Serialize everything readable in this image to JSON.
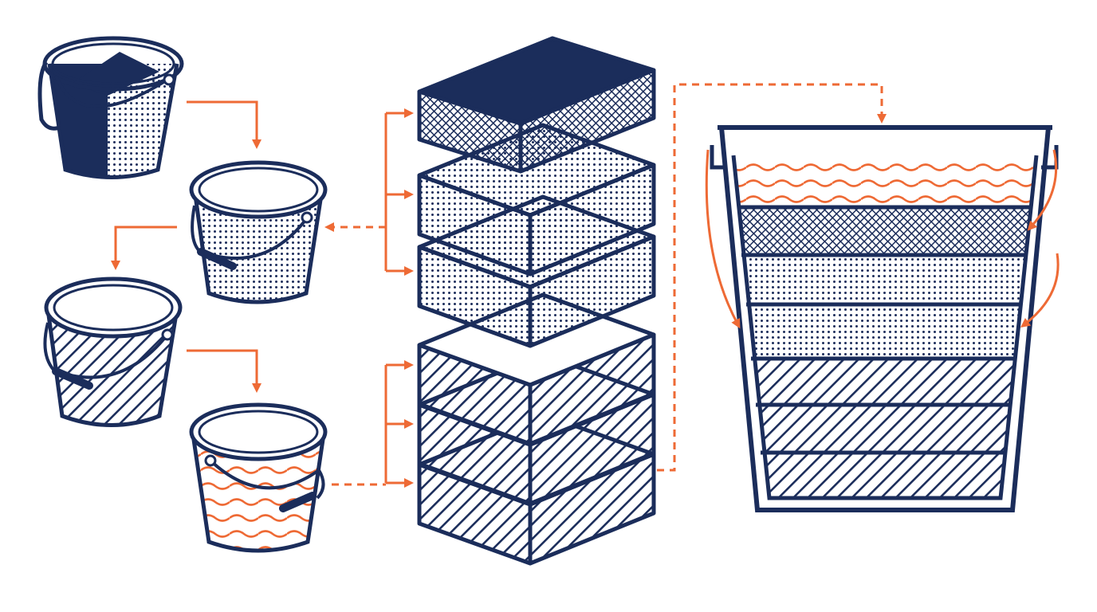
{
  "colors": {
    "navy": "#1b2d5b",
    "orange": "#ee6a35",
    "background": "#ffffff"
  },
  "icons": [
    "bucket-dark-fill-icon",
    "bucket-dotted-fill-icon",
    "bucket-hatched-fill-icon",
    "bucket-water-wave-icon",
    "layer-stack-icon",
    "large-layered-bucket-icon"
  ],
  "stack_layers": [
    {
      "pattern": "solid-top-crosshatch-sides"
    },
    {
      "pattern": "dots"
    },
    {
      "pattern": "dots"
    },
    {
      "pattern": "diagonal-hatch"
    },
    {
      "pattern": "diagonal-hatch"
    },
    {
      "pattern": "diagonal-hatch"
    }
  ],
  "large_bucket_bands": [
    {
      "pattern": "water-waves"
    },
    {
      "pattern": "crosshatch"
    },
    {
      "pattern": "dots"
    },
    {
      "pattern": "dots"
    },
    {
      "pattern": "diagonal-hatch"
    },
    {
      "pattern": "diagonal-hatch"
    },
    {
      "pattern": "diagonal-hatch"
    }
  ]
}
